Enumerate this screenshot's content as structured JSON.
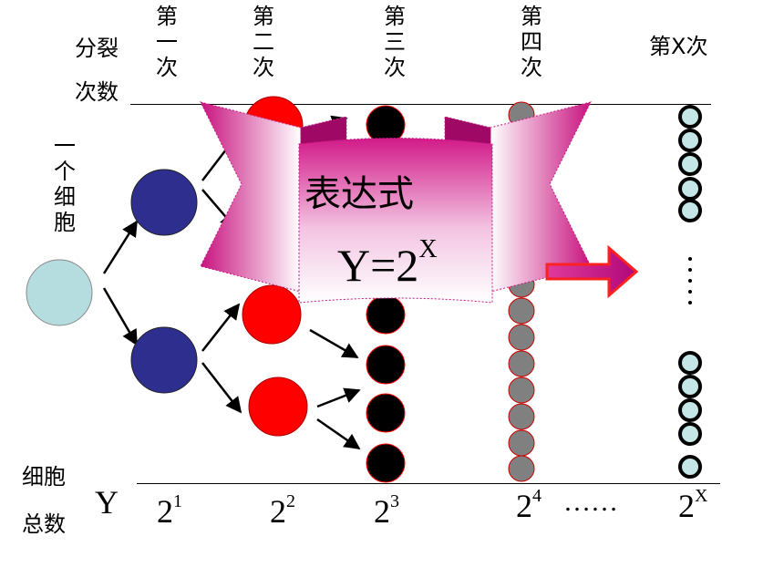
{
  "header": {
    "row_label": [
      "分裂",
      "次数"
    ],
    "columns": [
      {
        "chars": [
          "第",
          "一",
          "次"
        ]
      },
      {
        "chars": [
          "第",
          "二",
          "次"
        ]
      },
      {
        "chars": [
          "第",
          "三",
          "次"
        ]
      },
      {
        "chars": [
          "第",
          "四",
          "次"
        ]
      }
    ],
    "last_column": "第X次"
  },
  "left_label": [
    "一",
    "个",
    "细",
    "胞"
  ],
  "bottom": {
    "label": [
      "细胞",
      "总数"
    ],
    "variable": "Y",
    "counts": [
      {
        "base": "2",
        "exp": "1"
      },
      {
        "base": "2",
        "exp": "2"
      },
      {
        "base": "2",
        "exp": "3"
      },
      {
        "base": "2",
        "exp": "4"
      }
    ],
    "ellipsis": "……",
    "last": {
      "base": "2",
      "exp": "X"
    }
  },
  "banner": {
    "title": "表达式",
    "expr_base": "Y=2",
    "expr_exp": "X"
  },
  "colors": {
    "initial_cell": "#b5dde0",
    "gen1": "#2e2e8f",
    "gen2": "#ff0000",
    "gen3": "#000000",
    "gen4": "#808080",
    "genx_fill": "#c5e6e6",
    "banner": "#cc1f8a",
    "arrow": "#cc1f8a"
  },
  "columnX_dots": "……"
}
